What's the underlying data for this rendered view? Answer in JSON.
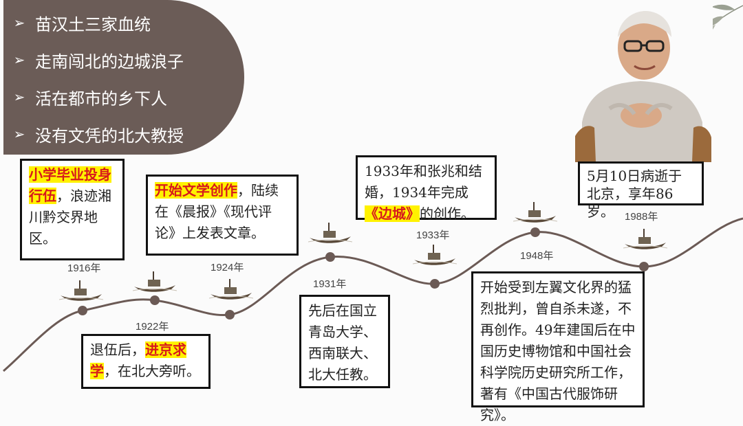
{
  "panel": {
    "items": [
      "苗汉土三家血统",
      "走南闯北的边城浪子",
      "活在都市的乡下人",
      "没有文凭的北大教授"
    ],
    "bullet_icon": "arrow-right-icon",
    "background_color": "#6b5c57"
  },
  "timeline": {
    "years": [
      "1916年",
      "1922年",
      "1924年",
      "1931年",
      "1933年",
      "1948年",
      "1988年"
    ],
    "events": {
      "e1916": {
        "highlight": "小学毕业投身行伍",
        "rest": "，浪迹湘川黔交界地区。"
      },
      "e1922": {
        "before": "退伍后，",
        "highlight": "进京求学",
        "rest": "，在北大旁听。"
      },
      "e1924": {
        "highlight": "开始文学创作",
        "rest": "，陆续在《晨报》《现代评论》上发表文章。"
      },
      "e1931": {
        "text": "先后在国立青岛大学、西南联大、北大任教。"
      },
      "e1933": {
        "before": "1933年和张兆和结婚，1934年完成",
        "highlight": "《边城》",
        "rest": "的创作。"
      },
      "e1948": {
        "text": "开始受到左翼文化界的猛烈批判，曾自杀未遂，不再创作。49年建国后在中国历史博物馆和中国社会科学院历史研究所工作，著有《中国古代服饰研究》。"
      },
      "e1988": {
        "text": "5月10日病逝于北京，享年86岁。"
      }
    },
    "line_color": "#6b5a55",
    "highlight_bg": "#fff200",
    "highlight_text": "#d7191c"
  }
}
